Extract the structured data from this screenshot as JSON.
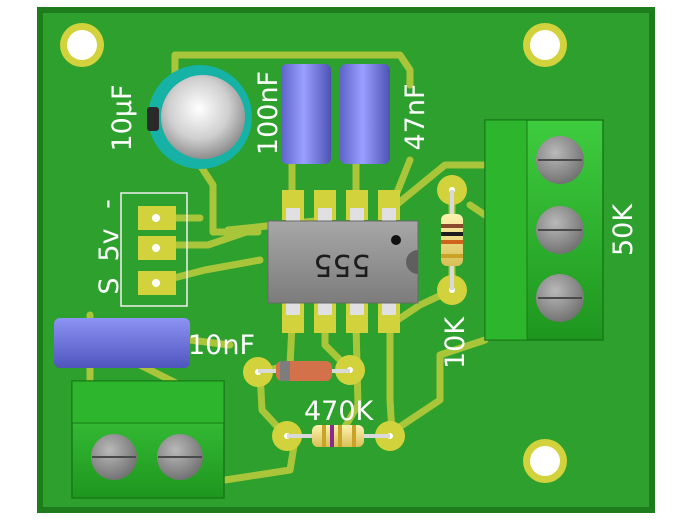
{
  "labels": {
    "c_10uf": "10µF",
    "c_100nf": "100nF",
    "c_47nf": "47nF",
    "pin_minus": "-",
    "pin_5v": "5v",
    "pin_s": "S",
    "pot_50k": "50K",
    "ic_555": "555",
    "c_10nf": "10nF",
    "r_10k": "10K",
    "r_470k": "470K"
  },
  "colors": {
    "board": "#2da02d",
    "board_edge": "#1d7d1d",
    "trace": "#a9c53a",
    "pad": "#d2d23c",
    "label": "#ffffff"
  }
}
